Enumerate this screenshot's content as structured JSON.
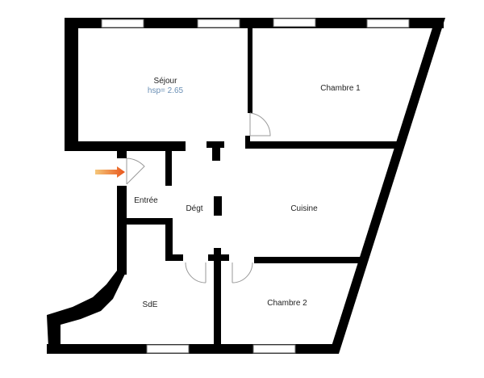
{
  "plan": {
    "rooms": [
      {
        "id": "sejour",
        "label": "Séjour",
        "sub": "hsp= 2.65"
      },
      {
        "id": "chambre1",
        "label": "Chambre 1"
      },
      {
        "id": "entree",
        "label": "Entrée"
      },
      {
        "id": "degt",
        "label": "Dégt"
      },
      {
        "id": "cuisine",
        "label": "Cuisine"
      },
      {
        "id": "sde",
        "label": "SdE"
      },
      {
        "id": "chambre2",
        "label": "Chambre 2"
      }
    ],
    "colors": {
      "wall": "#000000",
      "hsp": "#6a8fb5",
      "arrow": "#e8541a"
    }
  }
}
